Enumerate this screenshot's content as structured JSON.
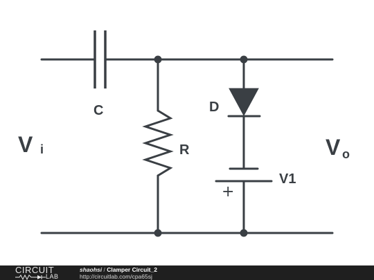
{
  "components": {
    "capacitor_label": "C",
    "resistor_label": "R",
    "diode_label": "D",
    "source_label": "V1",
    "source_polarity": "+"
  },
  "terminals": {
    "input_main": "V",
    "input_sub": "i",
    "output_main": "V",
    "output_sub": "o"
  },
  "footer": {
    "logo_top": "CIRCUIT",
    "logo_bottom": "LAB",
    "author": "shaohsi",
    "separator": " / ",
    "title": "Clamper Circuit_2",
    "url": "http://circuitlab.com/cpa65sj"
  },
  "colors": {
    "wire": "#3a3f44",
    "footer_bg": "#1f1f1f"
  }
}
